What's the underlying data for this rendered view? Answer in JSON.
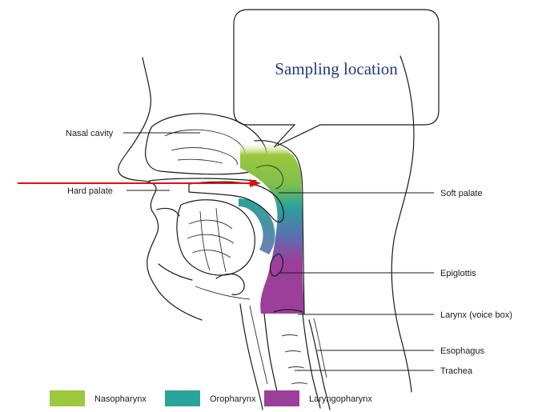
{
  "callout": {
    "text": "Sampling location"
  },
  "labels": {
    "nasal_cavity": "Nasal cavity",
    "hard_palate": "Hard palate",
    "soft_palate": "Soft palate",
    "epiglottis": "Epiglottis",
    "larynx": "Larynx (voice box)",
    "esophagus": "Esophagus",
    "trachea": "Trachea"
  },
  "legend": [
    {
      "name": "Nasopharynx",
      "color": "#9bc83c"
    },
    {
      "name": "Oropharynx",
      "color": "#2aa39a"
    },
    {
      "name": "Laryngopharynx",
      "color": "#9b3f9a"
    }
  ],
  "arrow": {
    "color": "#e01010"
  }
}
